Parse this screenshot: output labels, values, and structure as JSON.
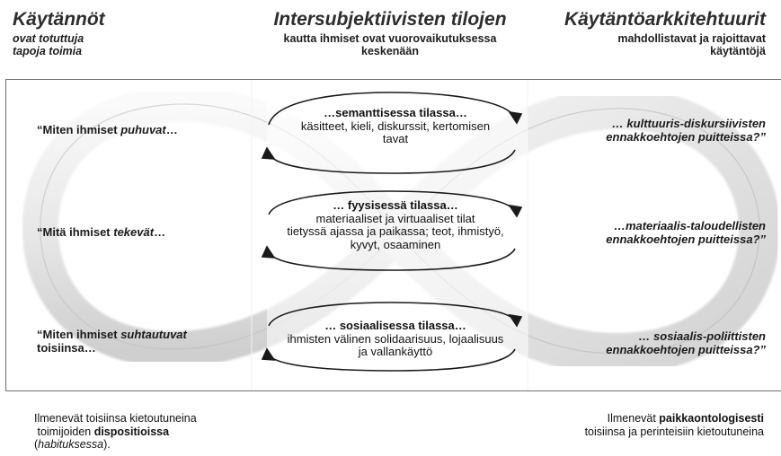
{
  "headers": {
    "left": {
      "title": "Käytännöt",
      "sub1": "ovat totuttuja",
      "sub2": "tapoja toimia"
    },
    "center": {
      "title": "Intersubjektiivisten tilojen",
      "sub1": "kautta ihmiset ovat vuorovaikutuksessa",
      "sub2": "keskenään"
    },
    "right": {
      "title": "Käytäntöarkkitehtuurit",
      "sub1": "mahdollistavat ja rajoittavat",
      "sub2": "käytäntöjä"
    }
  },
  "rows": [
    {
      "left_pre": "“Miten ihmiset ",
      "left_em": "puhuvat",
      "left_post": "…",
      "mid_title": "…semanttisessa tilassa…",
      "mid_l1": "käsitteet, kieli, diskurssit, kertomisen",
      "mid_l2": "tavat",
      "right_l1": "… kulttuuris-diskursiivisten",
      "right_l2": "ennakkoehtojen puitteissa?”"
    },
    {
      "left_pre": "“Mitä ihmiset ",
      "left_em": "tekevät",
      "left_post": "…",
      "mid_title": "… fyysisessä tilassa…",
      "mid_l1": "materiaaliset ja virtuaaliset tilat",
      "mid_l2": "tietyssä ajassa ja paikassa; teot, ihmistyö,",
      "mid_l3": "kyvyt, osaaminen",
      "right_l1": "…materiaalis-taloudellisten",
      "right_l2": "ennakkoehtojen puitteissa?”"
    },
    {
      "left_pre": "“Miten ihmiset ",
      "left_em": "suhtautuvat",
      "left_l2": "toisiinsa…",
      "mid_title": "… sosiaalisessa tilassa…",
      "mid_l1": "ihmisten välinen solidaarisuus, lojaalisuus",
      "mid_l2": "ja vallankäyttö",
      "right_l1": "… sosiaalis-poliittisten",
      "right_l2": "ennakkoehtojen puitteissa?”"
    }
  ],
  "footer": {
    "left_l1": "Ilmenevät toisiinsa kietoutuneina",
    "left_l2_pre": " toimijoiden ",
    "left_l2_bold": "dispositioissa",
    "left_l3_pre": "(",
    "left_l3_it": "habituksessa",
    "left_l3_post": ").",
    "right_l1_pre": "Ilmenevät ",
    "right_l1_bold": "paikkaontologisesti",
    "right_l2": "toisiinsa ja perinteisiin kietoutuneina"
  }
}
